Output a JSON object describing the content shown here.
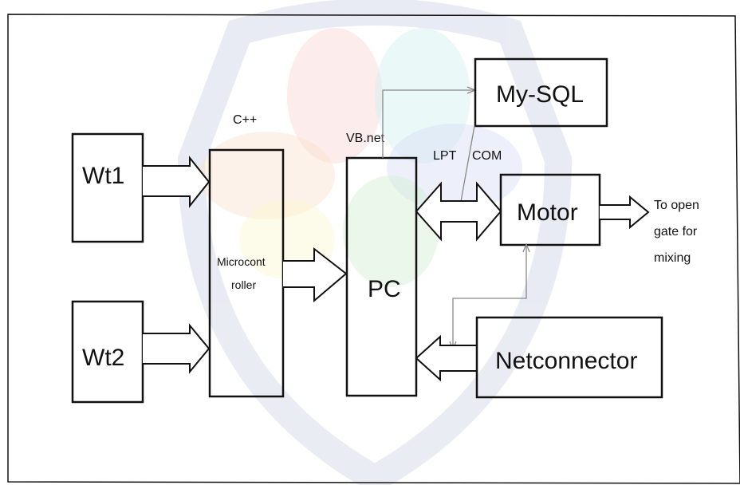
{
  "blocks": {
    "wt1": "Wt1",
    "wt2": "Wt2",
    "microcontroller_line1": "Microcont",
    "microcontroller_line2": "roller",
    "pc": "PC",
    "mysql": "My-SQL",
    "motor": "Motor",
    "netconnector": "Netconnector"
  },
  "labels": {
    "cpp": "C++",
    "vbnet": "VB.net",
    "lpt": "LPT",
    "com": "COM",
    "output_line1": "To open",
    "output_line2": "gate for",
    "output_line3": "mixing"
  },
  "colors": {
    "line": "#111111",
    "thin_line": "#888888",
    "arrow_fill": "#ffffff",
    "watermark": "#cfd6e6"
  }
}
